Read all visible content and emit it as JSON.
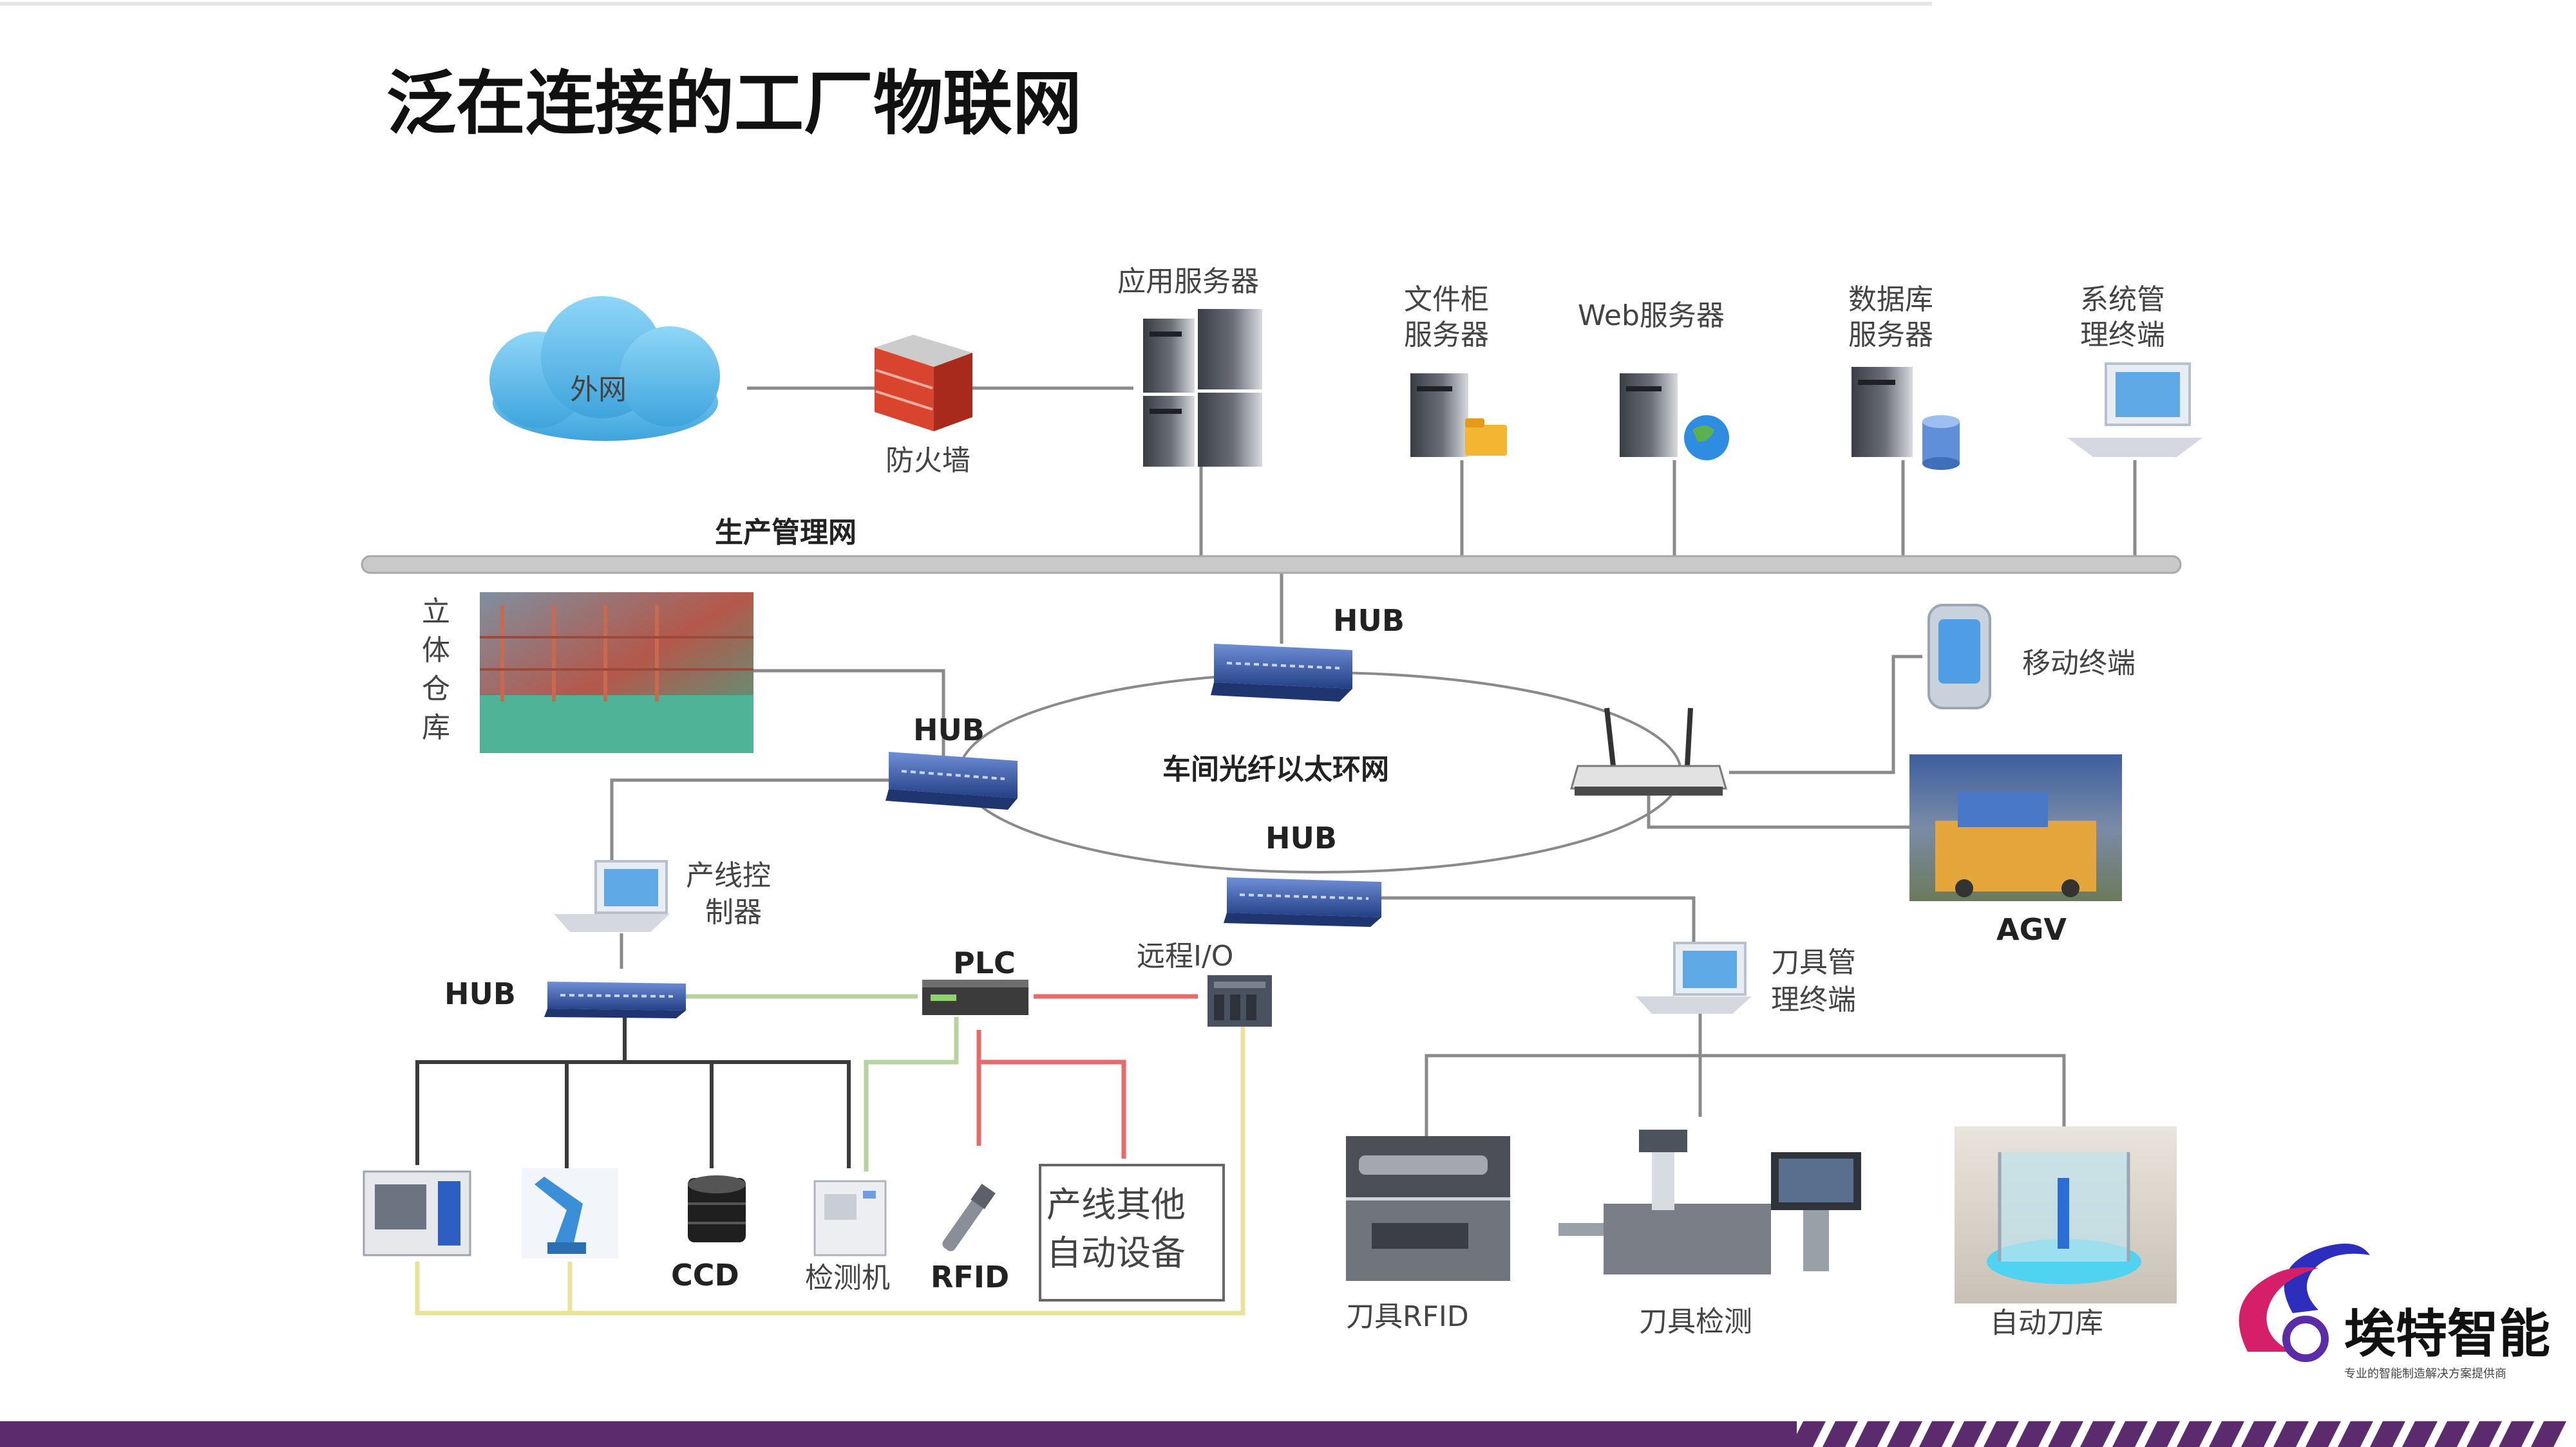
{
  "title": "泛在连接的工厂物联网",
  "labels": {
    "external_net": "外网",
    "firewall": "防火墙",
    "app_server": "应用服务器",
    "file_server": [
      "文件柜",
      "服务器"
    ],
    "web_server": "Web服务器",
    "db_server": [
      "数据库",
      "服务器"
    ],
    "sys_terminal": [
      "系统管",
      "理终端"
    ],
    "prod_net": "生产管理网",
    "warehouse": [
      "立",
      "体",
      "仓",
      "库"
    ],
    "hub": "HUB",
    "ring": "车间光纤以太环网",
    "mobile": "移动终端",
    "agv": "AGV",
    "line_ctrl": [
      "产线控",
      "制器"
    ],
    "plc": "PLC",
    "remote_io": "远程I/O",
    "tool_terminal": [
      "刀具管",
      "理终端"
    ],
    "ccd": "CCD",
    "inspector": "检测机",
    "rfid": "RFID",
    "other_equipment": [
      "产线其他",
      "自动设备"
    ],
    "tool_rfid": "刀具RFID",
    "tool_inspect": "刀具检测",
    "auto_toolstore": "自动刀库"
  },
  "brand": {
    "name": "埃特智能",
    "tagline": "专业的智能制造解决方案提供商"
  },
  "colors": {
    "cloud": "#55b8e8",
    "bus": "#c9c9c9",
    "hub": "#2f55a8",
    "green_link": "#b6d3a0",
    "red_link": "#e86a6a",
    "yellow_link": "#e8e39a",
    "bottom_bar": "#5b2b6e"
  }
}
